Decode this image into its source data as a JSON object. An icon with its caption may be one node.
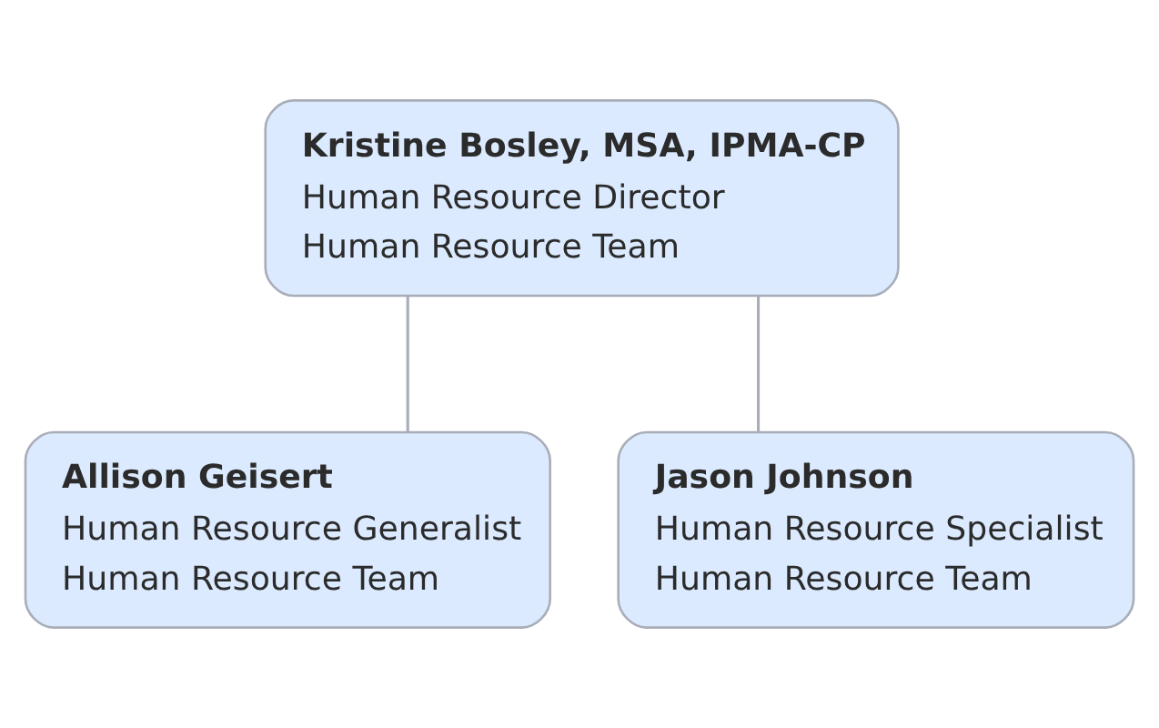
{
  "diagram": {
    "nodes": [
      {
        "text": [
          "Kristine Bosley, MSA, IPMA-CP",
          "Human Resource Director",
          "Human Resource Team"
        ]
      },
      {
        "text": [
          "Allison Geisert",
          "Human Resource Generalist",
          "Human Resource Team"
        ]
      },
      {
        "text": [
          "Jason Johnson",
          "Human Resource Specialist",
          "Human Resource Team"
        ]
      }
    ],
    "edges": [
      {
        "from": 0,
        "to": 1,
        "arrow": "none"
      },
      {
        "from": 0,
        "to": 2,
        "arrow": "none"
      }
    ]
  }
}
